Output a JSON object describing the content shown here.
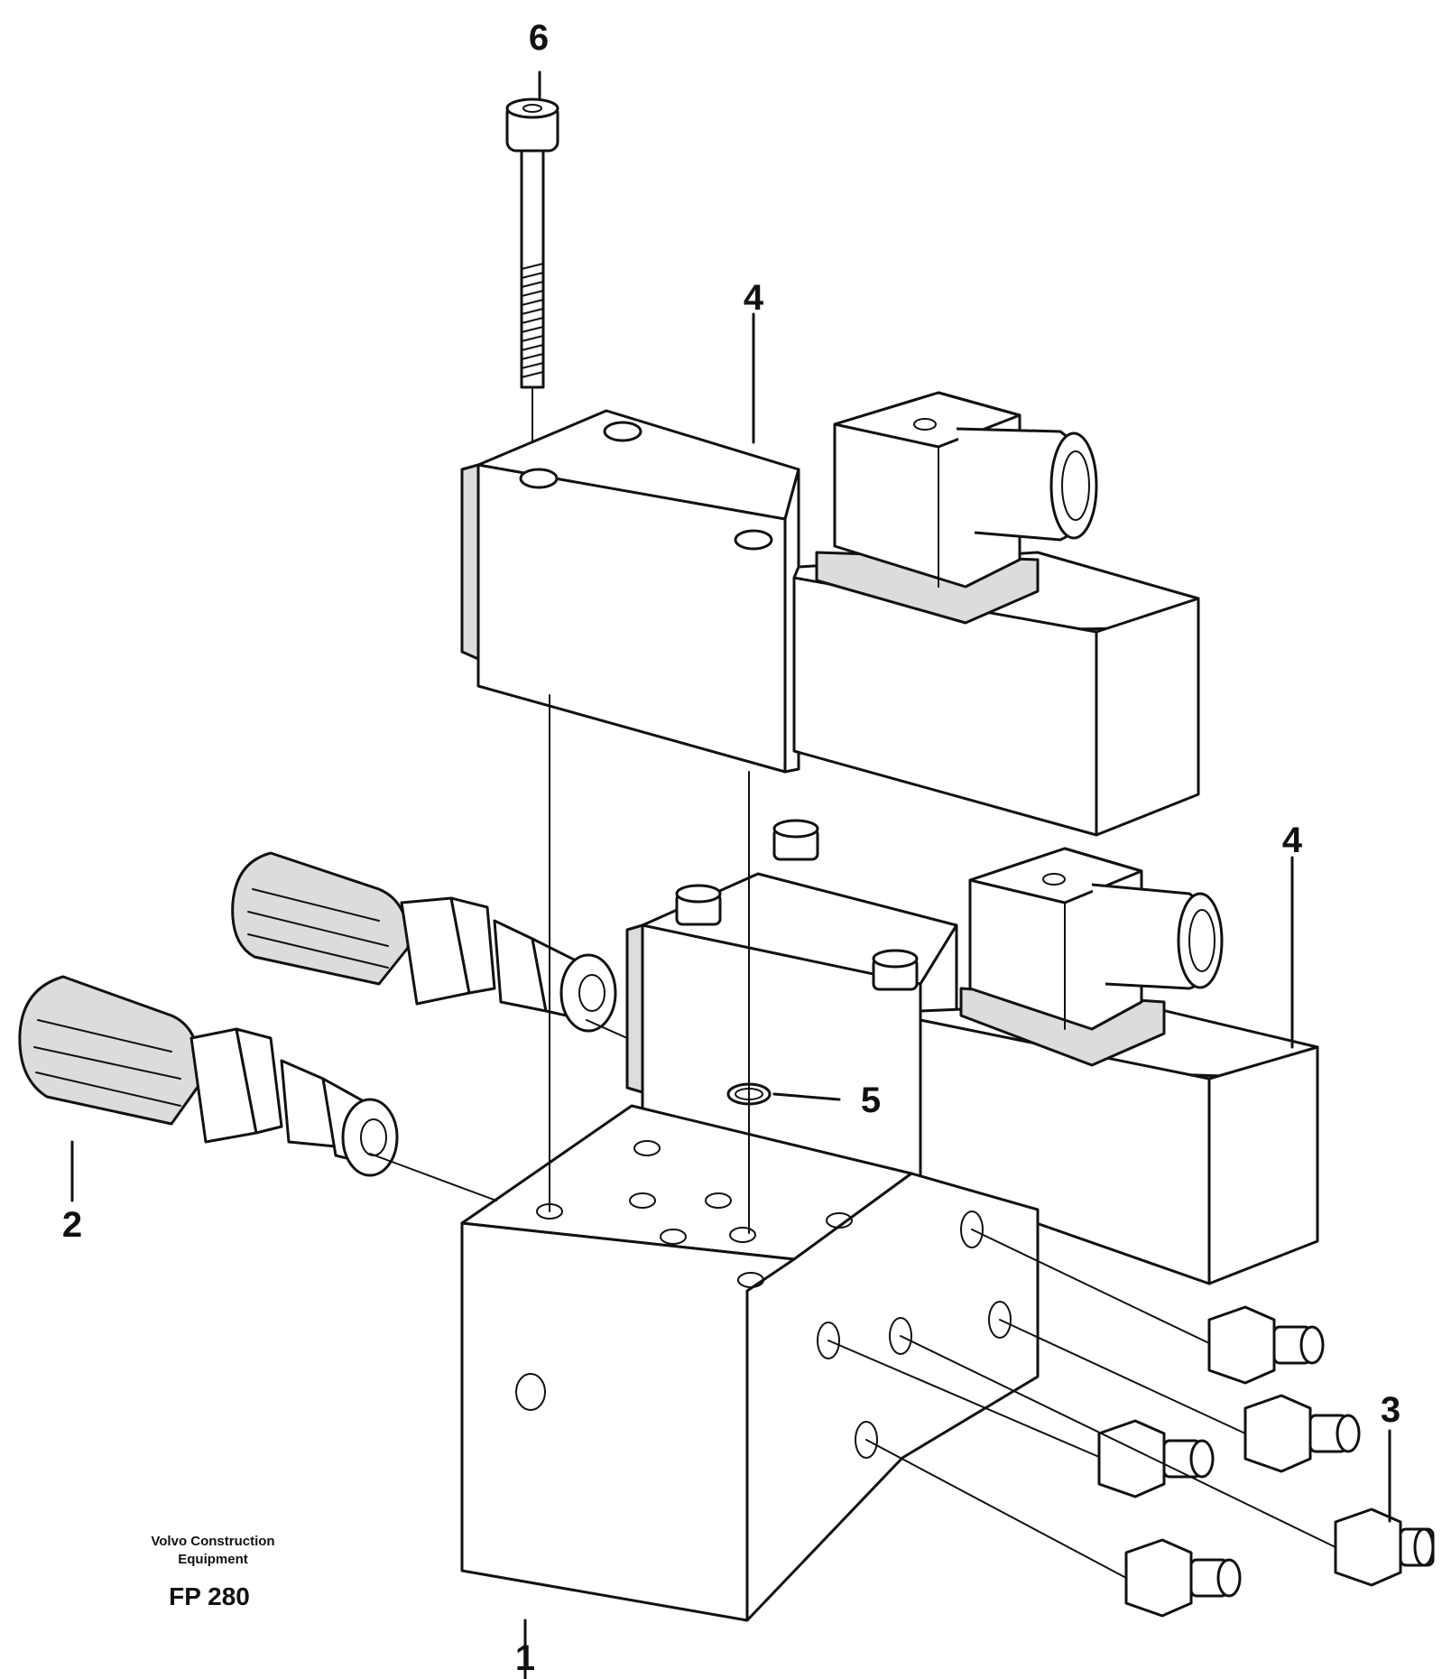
{
  "diagram": {
    "callouts": [
      {
        "id": "part-1",
        "label": "1"
      },
      {
        "id": "part-2",
        "label": "2"
      },
      {
        "id": "part-3",
        "label": "3"
      },
      {
        "id": "part-4-upper",
        "label": "4"
      },
      {
        "id": "part-4-lower",
        "label": "4"
      },
      {
        "id": "part-5",
        "label": "5"
      },
      {
        "id": "part-6",
        "label": "6"
      }
    ],
    "caption": {
      "line1": "Volvo Construction",
      "line2": "Equipment",
      "figure_code": "FP 280"
    },
    "colors": {
      "ink": "#111111",
      "paper": "#ffffff"
    }
  }
}
